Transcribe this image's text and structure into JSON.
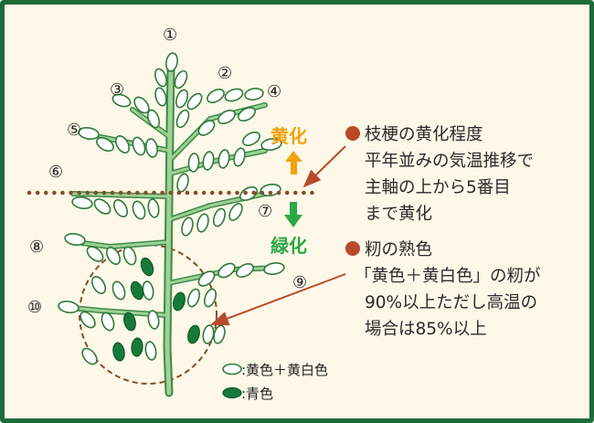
{
  "colors": {
    "frame": "#1e6b3a",
    "background": "#fdf8e8",
    "stem": "#9fd196",
    "stem_stroke": "#3d8a4a",
    "leaf_stroke": "#2e7a3c",
    "grain_yellow_white": "#ffffff",
    "grain_green": "#167a3a",
    "dotted_line": "#8c4a2b",
    "bullet": "#b94a2a",
    "yellowing": "#f2a20c",
    "greening": "#2aa845"
  },
  "labels": {
    "n1": "①",
    "n2": "②",
    "n3": "③",
    "n4": "④",
    "n5": "⑤",
    "n6": "⑥",
    "n7": "⑦",
    "n8": "⑧",
    "n9": "⑨",
    "n10": "⑩"
  },
  "direction": {
    "up": "黄化",
    "down": "緑化"
  },
  "notes": {
    "branch": {
      "title": "枝梗の黄化程度",
      "lines": [
        "平年並みの気温推移で",
        "主軸の上から5番目",
        "まで黄化"
      ]
    },
    "grain": {
      "title": "籾の熟色",
      "lines": [
        "「黄色＋黄白色」の籾が",
        "90%以上ただし高温の",
        "場合は85%以上"
      ]
    }
  },
  "legend": {
    "yellow": ":黄色＋黄白色",
    "green": ":青色"
  }
}
